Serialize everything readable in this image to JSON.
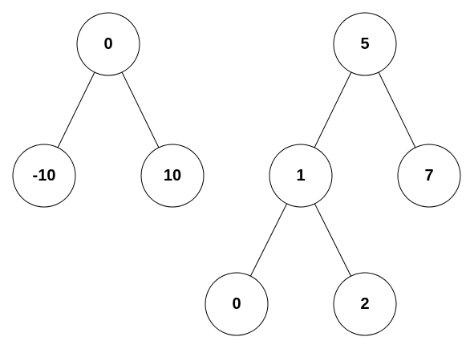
{
  "trees": [
    {
      "id": "tree-1",
      "nodes": [
        {
          "id": "t1-root",
          "value": "0"
        },
        {
          "id": "t1-left",
          "value": "-10"
        },
        {
          "id": "t1-right",
          "value": "10"
        }
      ],
      "edges": [
        {
          "from": "t1-root",
          "to": "t1-left"
        },
        {
          "from": "t1-root",
          "to": "t1-right"
        }
      ]
    },
    {
      "id": "tree-2",
      "nodes": [
        {
          "id": "t2-root",
          "value": "5"
        },
        {
          "id": "t2-left",
          "value": "1"
        },
        {
          "id": "t2-right",
          "value": "7"
        },
        {
          "id": "t2-left-left",
          "value": "0"
        },
        {
          "id": "t2-left-right",
          "value": "2"
        }
      ],
      "edges": [
        {
          "from": "t2-root",
          "to": "t2-left"
        },
        {
          "from": "t2-root",
          "to": "t2-right"
        },
        {
          "from": "t2-left",
          "to": "t2-left-left"
        },
        {
          "from": "t2-left",
          "to": "t2-left-right"
        }
      ]
    }
  ],
  "colors": {
    "stroke": "#000000",
    "fill": "#ffffff",
    "text": "#000000"
  }
}
